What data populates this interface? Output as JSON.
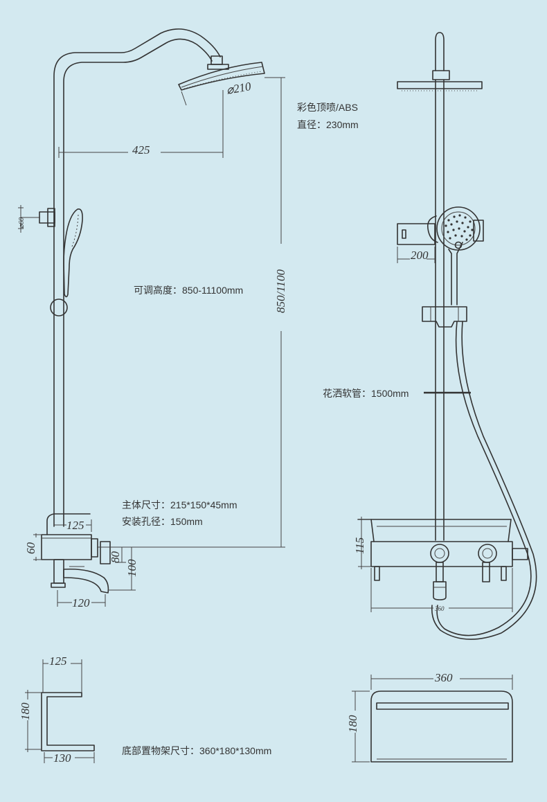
{
  "labels": {
    "d_210": "⌀210",
    "d_425": "425",
    "d_60_circle": "⌀60",
    "d_850_1100": "850/1100",
    "d_125": "125",
    "d_60": "60",
    "d_80": "80",
    "d_100": "100",
    "d_120": "120",
    "d_200": "200",
    "d_115": "115",
    "d_360_small": "360",
    "d_125_shelf": "125",
    "d_180_shelf": "180",
    "d_130_shelf": "130",
    "d_360_top": "360",
    "d_180_top": "180"
  },
  "notes": {
    "head_material": "彩色顶喷/ABS",
    "head_diameter": "直径：230mm",
    "adjust_height": "可调高度：850-11100mm",
    "body_size": "主体尺寸：215*150*45mm",
    "install_hole": "安装孔径：150mm",
    "hose": "花洒软管：1500mm",
    "shelf_size": "底部置物架尺寸：360*180*130mm"
  }
}
